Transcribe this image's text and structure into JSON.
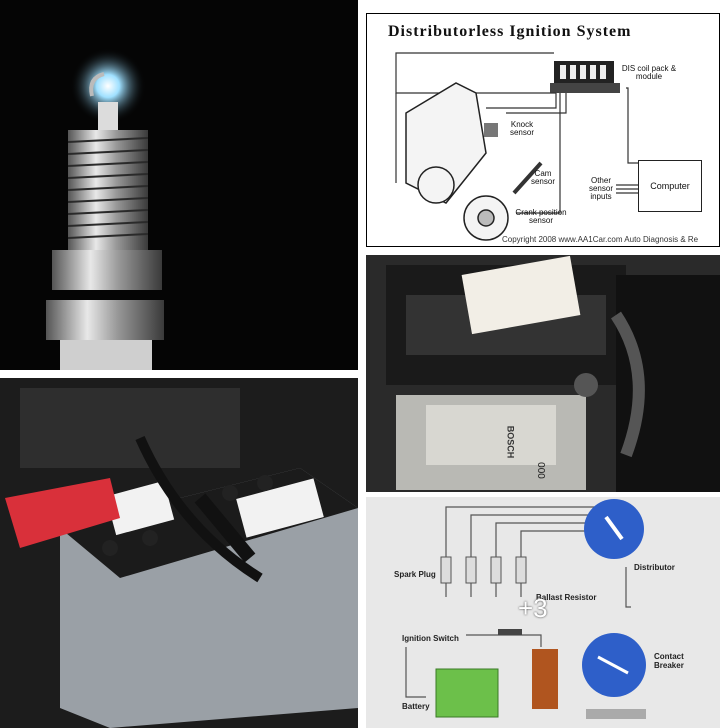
{
  "panels": {
    "spark_plug": {
      "alt": "Spark plug with glowing spark"
    },
    "dis": {
      "title": "Distributorless Ignition System",
      "labels": {
        "coil": "DIS coil pack & module",
        "knock": "Knock sensor",
        "cam": "Cam sensor",
        "other": "Other sensor inputs",
        "crank": "Crank position sensor",
        "computer": "Computer"
      },
      "copyright": "Copyright 2008 www.AA1Car.com Auto Diagnosis & Re"
    },
    "ecu": {
      "brand": "BOSCH",
      "code": "000"
    },
    "battery": {
      "alt": "Car battery with red terminal cover"
    },
    "conventional": {
      "labels": {
        "spark_plug": "Spark Plug",
        "distributor": "Distributor",
        "ballast": "Ballast Resistor",
        "ignition_switch": "Ignition Switch",
        "contact_breaker": "Contact Breaker",
        "battery": "Battery"
      },
      "overlay": "+3"
    }
  },
  "colors": {
    "spark_glow": "#7fd0ff",
    "battery_cover": "#d9303a",
    "coil_blue": "#2e5fc9",
    "battery_green": "#6cc04a"
  }
}
